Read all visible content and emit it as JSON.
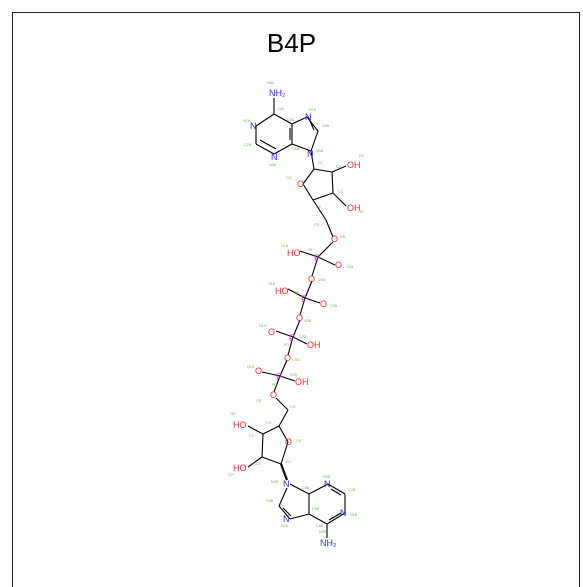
{
  "title": "B4P",
  "colors": {
    "carbon": "#000000",
    "nitrogen": "#2e2ee6",
    "oxygen": "#e62e2e",
    "phosphorus": "#cc44cc",
    "atom_name": "#5fb34a",
    "frame": "#222222"
  },
  "atoms": {
    "top": {
      "nh2": "NH₂",
      "n1": "N",
      "n3": "N",
      "n7": "N",
      "n9": "N",
      "o4": "O",
      "oh2": "OH",
      "oh3": "OH",
      "o5": "O"
    },
    "chain": {
      "p1": "P",
      "p1_oh": "HO",
      "p1_o": "O",
      "bridge1": "O",
      "p2": "P",
      "p2_oh": "HO",
      "p2_o": "O",
      "bridge2": "O",
      "p3": "P",
      "p3_oh": "OH",
      "p3_o": "O",
      "bridge3": "O",
      "p4": "P",
      "p4_oh": "OH",
      "p4_o": "O",
      "o5b": "O"
    },
    "bottom": {
      "o4": "O",
      "oh3": "HO",
      "oh2": "HO",
      "n9": "N",
      "n7": "N",
      "n3": "N",
      "n1": "N",
      "nh2": "NH₂"
    }
  },
  "atom_names": {
    "top": [
      "N6A",
      "C6A",
      "N1A",
      "C5A",
      "N7A",
      "C8A",
      "C2A",
      "C4A",
      "N9A",
      "N3A",
      "C1'",
      "O2'",
      "O4'",
      "C2'",
      "C3'",
      "C4'",
      "O3'",
      "C5'"
    ],
    "chain": [
      "O5'",
      "O1A",
      "PA",
      "O2A",
      "O3A",
      "O1B",
      "PB",
      "O2B",
      "O3B",
      "O1G",
      "PG",
      "O2G",
      "O3G",
      "O1D",
      "PD",
      "O2D"
    ],
    "bottom": [
      "O5''",
      "C5''",
      "C4''",
      "O3''",
      "C3''",
      "O4''",
      "C2''",
      "O2''",
      "C1''",
      "N9B",
      "C4B",
      "N3B",
      "C8B",
      "C5B",
      "C2B",
      "N7B",
      "C6B",
      "N1B",
      "N6B"
    ]
  }
}
